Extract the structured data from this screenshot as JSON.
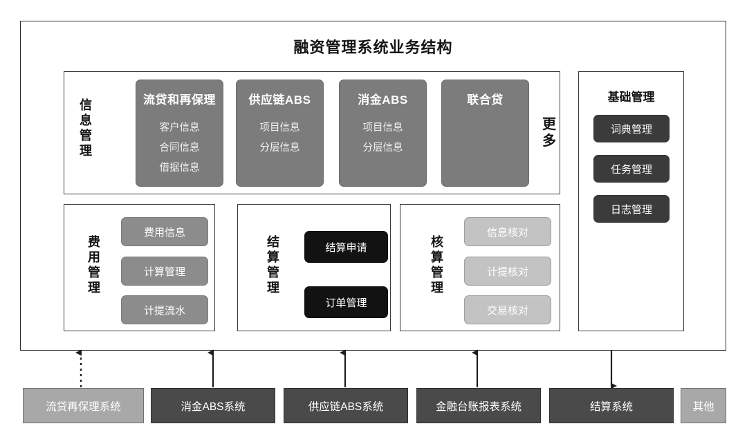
{
  "diagram": {
    "title": "融资管理系统业务结构",
    "colors": {
      "card_gray": "#7c7c7c",
      "pill_dark": "#3b3b3b",
      "pill_black": "#121212",
      "pill_mid": "#8c8c8c",
      "pill_light": "#c3c3c3",
      "sysbox_dark": "#4a4a4a",
      "sysbox_light": "#a8a8a8",
      "border": "#2a2a2a",
      "background": "#ffffff"
    }
  },
  "info_panel": {
    "label": "信\n息\n管\n理",
    "cards": [
      {
        "title": "流贷和再保理",
        "items": [
          "客户信息",
          "合同信息",
          "借据信息"
        ]
      },
      {
        "title": "供应链ABS",
        "items": [
          "项目信息",
          "分层信息"
        ]
      },
      {
        "title": "消金ABS",
        "items": [
          "项目信息",
          "分层信息"
        ]
      },
      {
        "title": "联合贷",
        "items": []
      }
    ],
    "more_label": "更\n多"
  },
  "fee_panel": {
    "label": "费\n用\n管\n理",
    "modules": [
      "费用信息",
      "计算管理",
      "计提流水"
    ]
  },
  "settlement_panel": {
    "label": "结\n算\n管\n理",
    "modules": [
      "结算申请",
      "订单管理"
    ]
  },
  "accounting_panel": {
    "label": "核\n算\n管\n理",
    "modules": [
      "信息核对",
      "计提核对",
      "交易核对"
    ]
  },
  "basic_panel": {
    "title": "基础管理",
    "modules": [
      "词典管理",
      "任务管理",
      "日志管理"
    ]
  },
  "systems": [
    {
      "label": "流贷再保理系统",
      "style": "light",
      "connector": "up-dashed"
    },
    {
      "label": "消金ABS系统",
      "style": "dark",
      "connector": "up"
    },
    {
      "label": "供应链ABS系统",
      "style": "dark",
      "connector": "up"
    },
    {
      "label": "金融台账报表系统",
      "style": "dark",
      "connector": "up"
    },
    {
      "label": "结算系统",
      "style": "dark",
      "connector": "down"
    },
    {
      "label": "其他",
      "style": "light",
      "connector": "none"
    }
  ]
}
